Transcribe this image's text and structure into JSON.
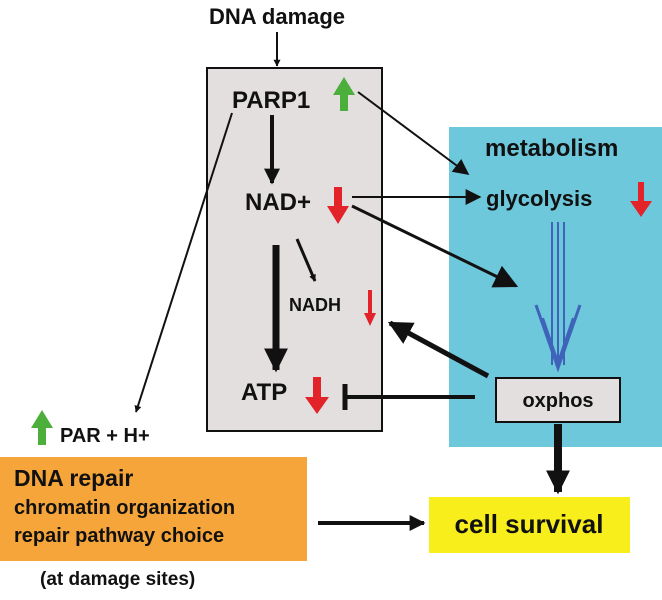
{
  "trigger": {
    "label": "DNA damage"
  },
  "nodes": {
    "parp1": "PARP1",
    "nad": "NAD+",
    "nadh": "NADH",
    "atp": "ATP",
    "par_h": "PAR + H+"
  },
  "metabolism": {
    "title": "metabolism",
    "glycolysis": "glycolysis",
    "oxphos": "oxphos"
  },
  "dna_repair": {
    "title": "DNA repair",
    "line1": "chromatin organization",
    "line2": "repair pathway choice",
    "note": "(at damage sites)"
  },
  "outcome": {
    "label": "cell survival"
  },
  "colors": {
    "pathway_box": "#e3dfdf",
    "metabolism_box": "#6ec8dc",
    "dna_repair_box": "#f5a53a",
    "cell_survival_box": "#f7ee1c",
    "oxphos_box": "#e3dfdf",
    "up_arrow": "#4caf3c",
    "down_arrow": "#e2232a",
    "flow_arrow": "#3f63b8"
  },
  "indicators": {
    "parp1": "up-arrow-icon",
    "nad": "down-arrow-icon",
    "nadh": "down-arrow-icon",
    "atp": "down-arrow-icon",
    "glycolysis": "down-arrow-icon",
    "par": "up-arrow-icon"
  }
}
